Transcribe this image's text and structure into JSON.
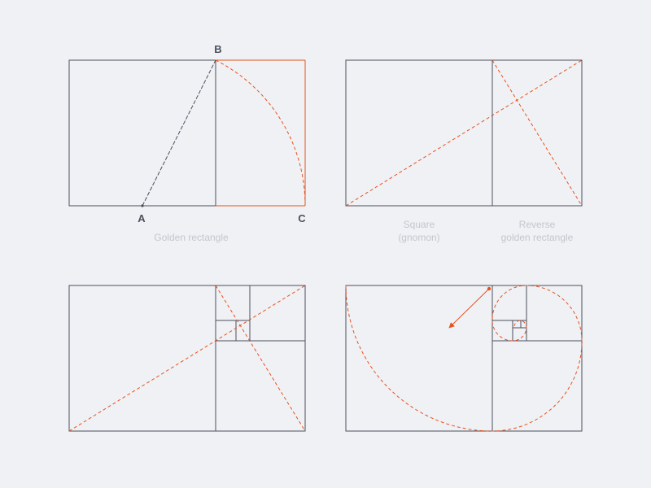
{
  "colors": {
    "background": "#f0f1f5",
    "line": "#4a4f5c",
    "accent": "#e5531f",
    "caption": "#c3c6cd"
  },
  "panel1": {
    "point_a": "A",
    "point_b": "B",
    "point_c": "C",
    "caption": "Golden rectangle"
  },
  "panel2": {
    "caption_square_line1": "Square",
    "caption_square_line2": "(gnomon)",
    "caption_reverse_line1": "Reverse",
    "caption_reverse_line2": "golden rectangle"
  },
  "panel3": {},
  "panel4": {}
}
